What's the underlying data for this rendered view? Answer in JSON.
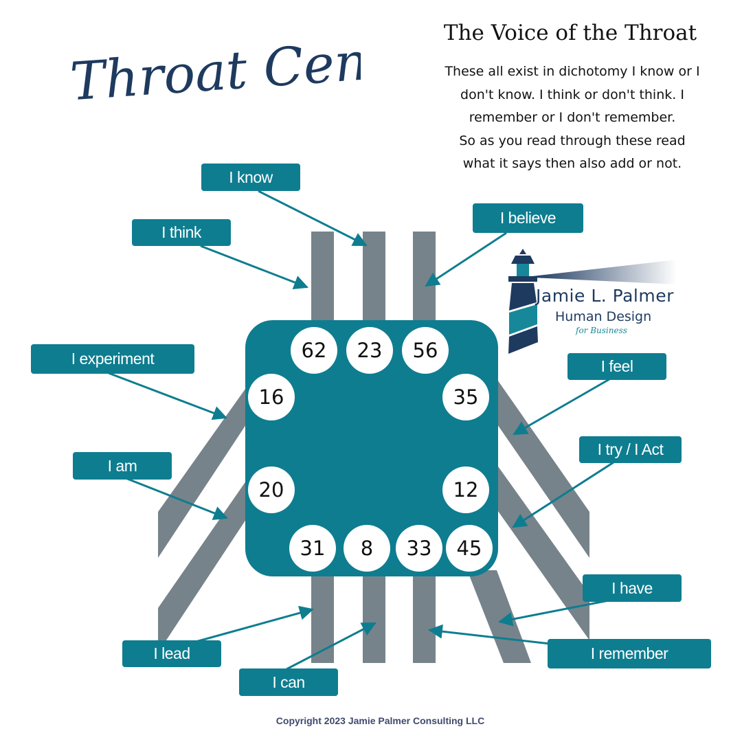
{
  "title": "Throat Center",
  "heading": "The Voice of the Throat",
  "intro_lines": [
    "These all exist in dichotomy I know or I",
    "don't know. I think or don't think. I",
    "remember or I don't remember.",
    "So as you read through these read",
    "what it says then also add or not."
  ],
  "labels": {
    "know": "I know",
    "think": "I think",
    "believe": "I believe",
    "experiment": "I experiment",
    "feel": "I feel",
    "am": "I am",
    "try_act": "I try / I Act",
    "have": "I have",
    "lead": "I lead",
    "can": "I can",
    "remember": "I remember"
  },
  "gates": {
    "g62": "62",
    "g23": "23",
    "g56": "56",
    "g16": "16",
    "g35": "35",
    "g20": "20",
    "g12": "12",
    "g31": "31",
    "g8": "8",
    "g33": "33",
    "g45": "45"
  },
  "logo": {
    "name": "Jamie L. Palmer",
    "line2": "Human Design",
    "line3": "for Business"
  },
  "copyright": "Copyright 2023 Jamie Palmer Consulting LLC",
  "colors": {
    "teal": "#0e7d90",
    "channel_gray": "#77838a",
    "navy": "#1e3a5f"
  }
}
